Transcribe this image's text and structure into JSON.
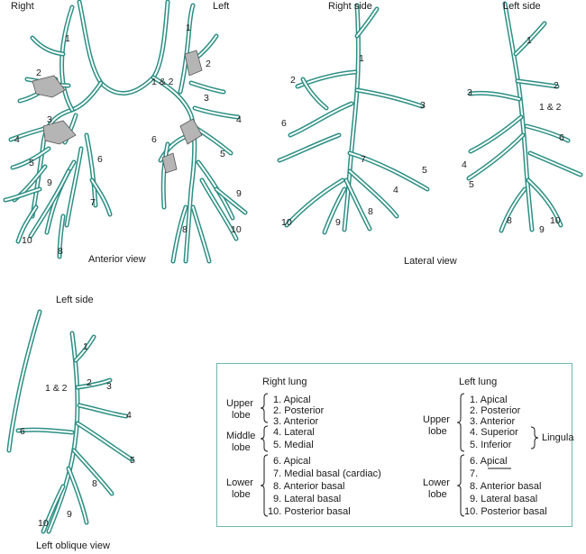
{
  "views": {
    "anterior": {
      "caption": "Anterior view",
      "right_label": "Right",
      "left_label": "Left",
      "numbers": [
        "1",
        "2",
        "3",
        "4",
        "5",
        "6",
        "7",
        "8",
        "9",
        "10",
        "1 & 2",
        "3",
        "4",
        "5",
        "6",
        "8",
        "9",
        "10",
        "2",
        "1"
      ]
    },
    "lateral_right": {
      "title": "Right side",
      "numbers": [
        "1",
        "2",
        "3",
        "6",
        "7",
        "5",
        "4",
        "8",
        "9",
        "10"
      ]
    },
    "lateral_left": {
      "title": "Left side",
      "numbers": [
        "1",
        "2",
        "3",
        "1 & 2",
        "6",
        "4",
        "5",
        "8",
        "9",
        "10"
      ]
    },
    "lateral_caption": "Lateral view",
    "oblique": {
      "title": "Left side",
      "caption": "Left oblique view",
      "numbers": [
        "1",
        "2",
        "3",
        "1 & 2",
        "4",
        "6",
        "5",
        "8",
        "9",
        "10"
      ]
    }
  },
  "legend": {
    "right_lung": {
      "title": "Right lung",
      "groups": [
        {
          "lobe": [
            "Upper",
            "lobe"
          ],
          "items": [
            "1.  Apical",
            "2.  Posterior",
            "3.  Anterior"
          ]
        },
        {
          "lobe": [
            "Middle",
            "lobe"
          ],
          "items": [
            "4.  Lateral",
            "5.  Medial"
          ]
        },
        {
          "lobe": [
            "Lower",
            "lobe"
          ],
          "items": [
            "6.  Apical",
            "7.  Medial basal (cardiac)",
            "8.  Anterior basal",
            "9.  Lateral basal",
            "10. Posterior basal"
          ]
        }
      ]
    },
    "left_lung": {
      "title": "Left lung",
      "groups": [
        {
          "lobe": [
            "Upper",
            "lobe"
          ],
          "items": [
            "1.  Apical",
            "2.  Posterior",
            "3.  Anterior",
            "4.  Superior",
            "5.  Inferior"
          ]
        },
        {
          "lobe": [
            "Lower",
            "lobe"
          ],
          "items": [
            "6.  Apical",
            "7.",
            "8.  Anterior basal",
            "9.  Lateral basal",
            "10. Posterior basal"
          ]
        }
      ],
      "lingula": "Lingula"
    }
  },
  "colors": {
    "bronchus_fill": "#ffffff",
    "bronchus_outline": "#2c8f85",
    "highlight_fill": "#b5b5b5",
    "legend_border": "#6fb7ad",
    "text": "#1a1a1a"
  }
}
